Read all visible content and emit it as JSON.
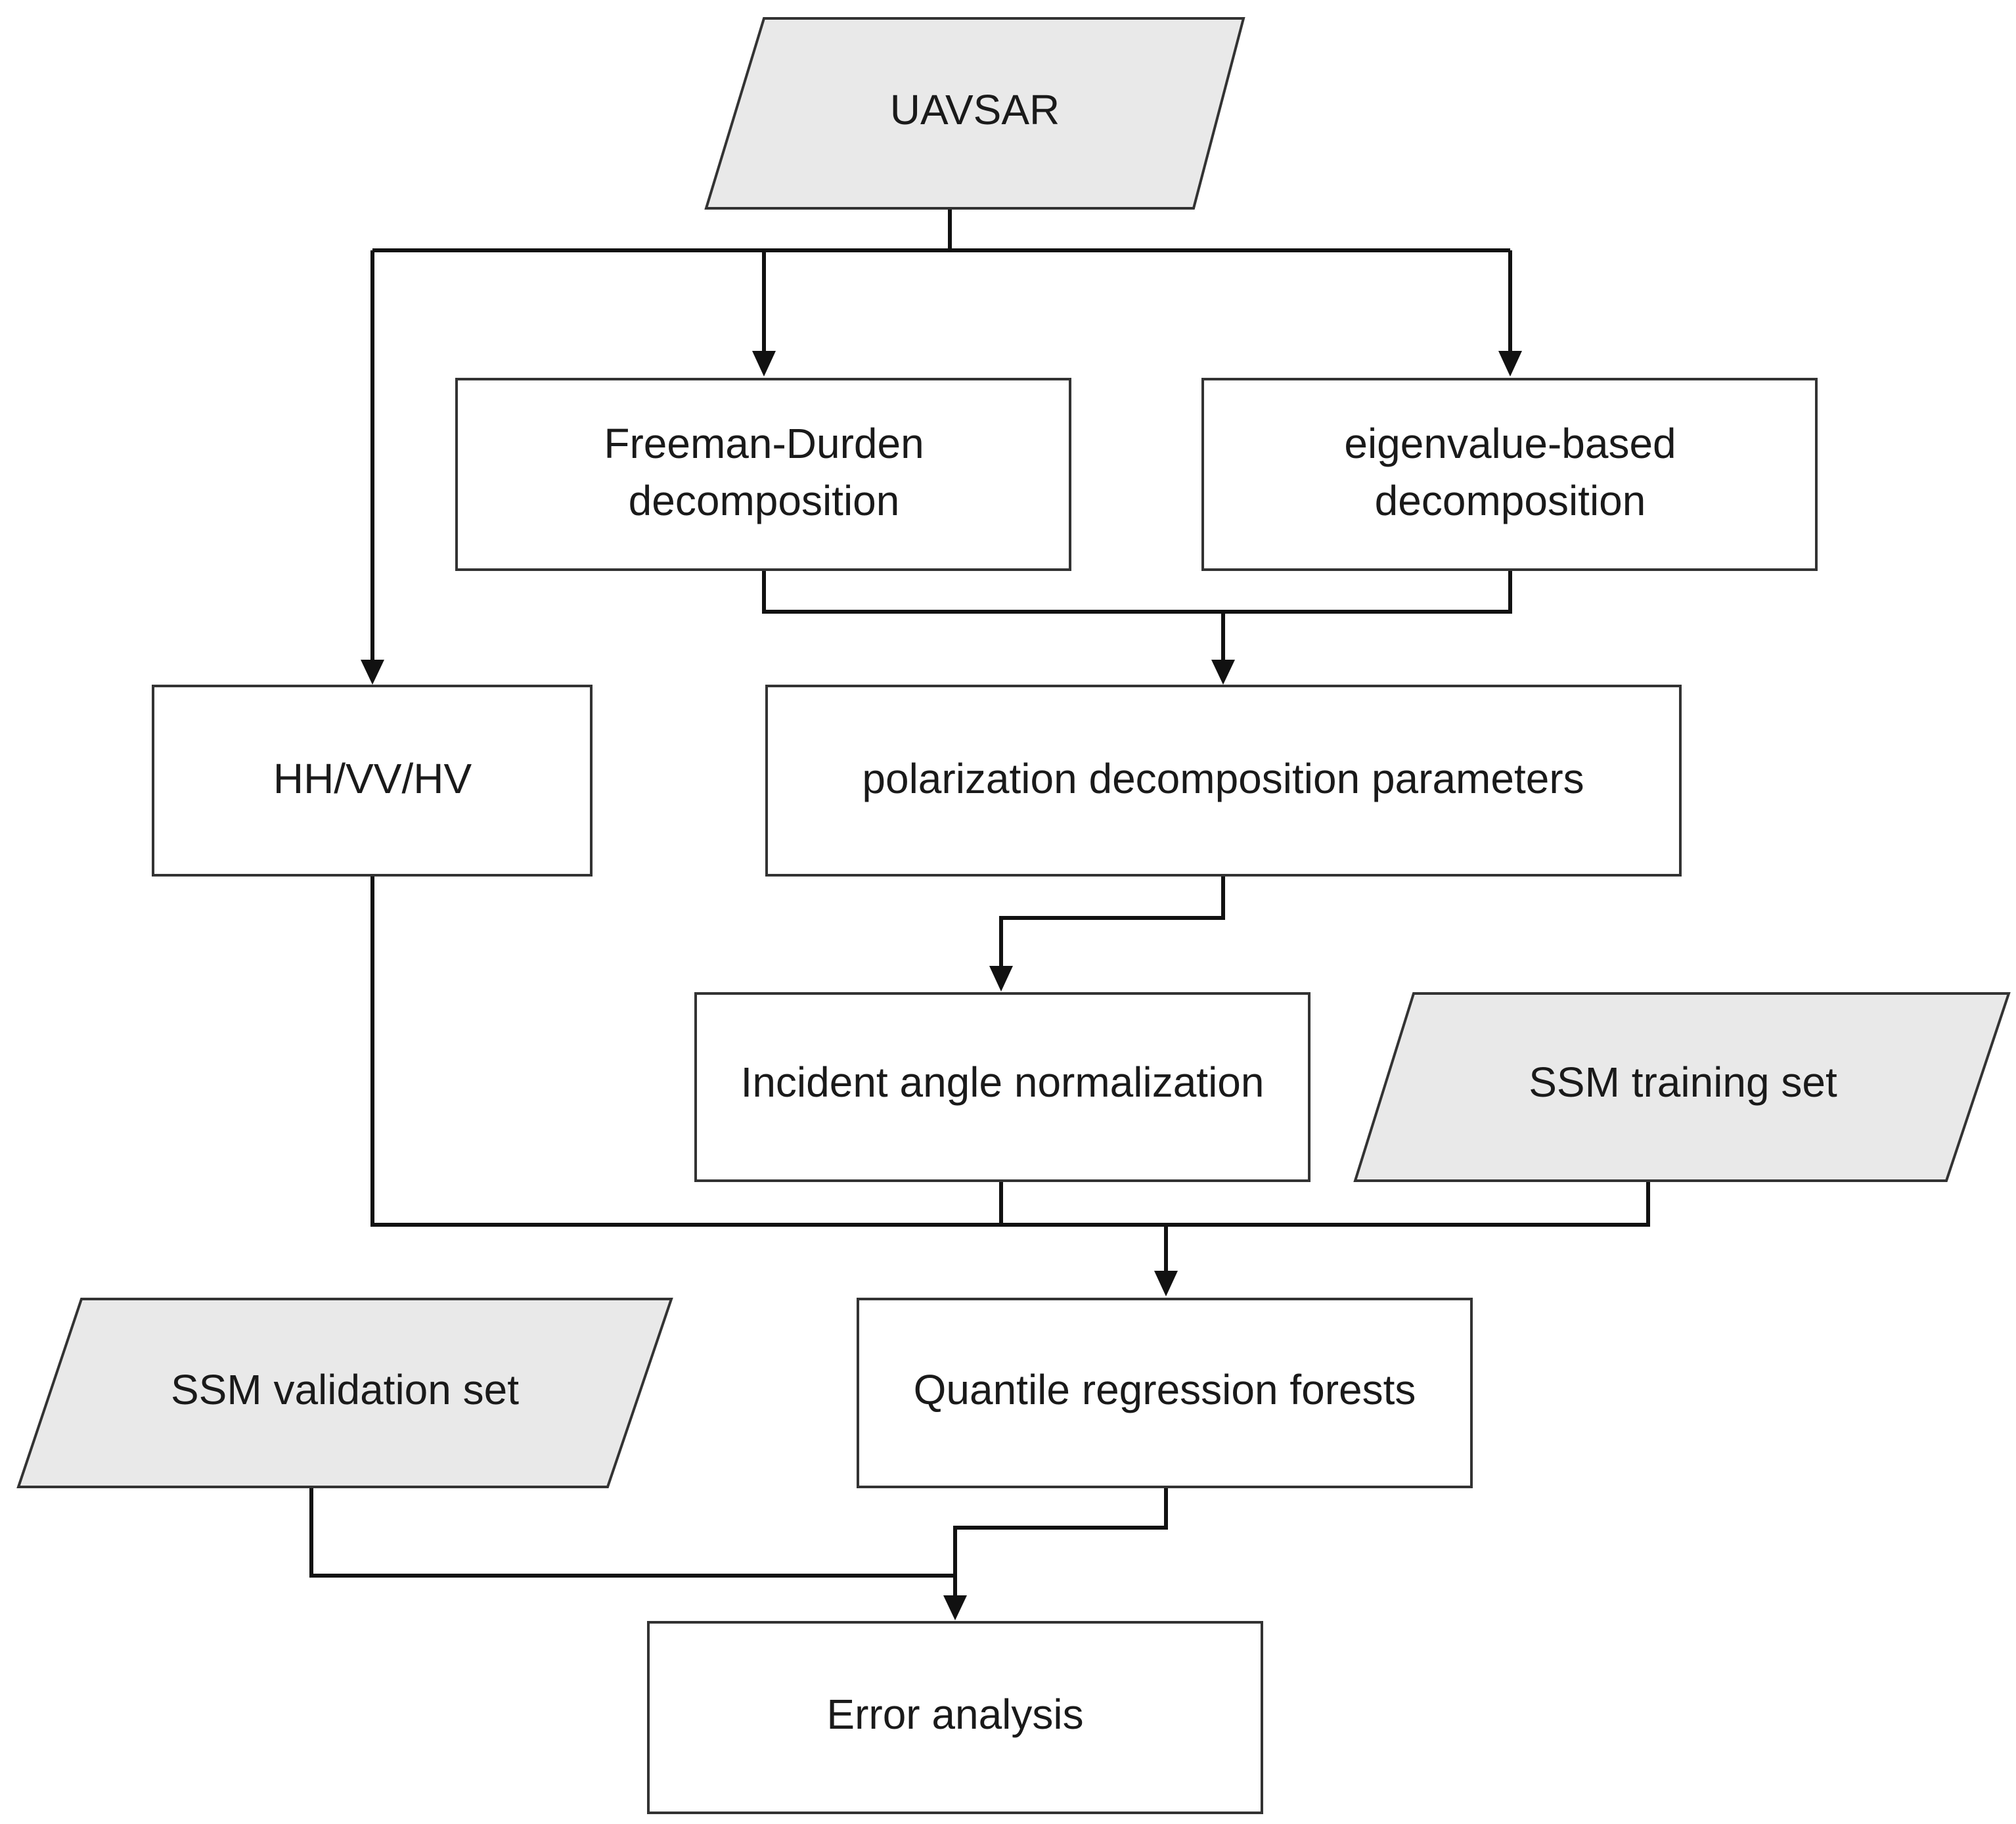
{
  "diagram": {
    "nodes": {
      "uavsar": {
        "label": "UAVSAR",
        "shape": "parallelogram"
      },
      "freeman_durden": {
        "label_line1": "Freeman-Durden",
        "label_line2": "decomposition",
        "shape": "rectangle"
      },
      "eigenvalue_based": {
        "label_line1": "eigenvalue-based",
        "label_line2": "decomposition",
        "shape": "rectangle"
      },
      "hh_vv_hv": {
        "label": "HH/VV/HV",
        "shape": "rectangle"
      },
      "polarization_params": {
        "label": "polarization decomposition parameters",
        "shape": "rectangle"
      },
      "incident_angle": {
        "label": "Incident angle normalization",
        "shape": "rectangle"
      },
      "ssm_training": {
        "label": "SSM training set",
        "shape": "parallelogram"
      },
      "ssm_validation": {
        "label": "SSM validation set",
        "shape": "parallelogram"
      },
      "qrf": {
        "label": "Quantile regression forests",
        "shape": "rectangle"
      },
      "error_analysis": {
        "label": "Error analysis",
        "shape": "rectangle"
      }
    },
    "edges": [
      {
        "from": "uavsar",
        "to": "hh_vv_hv"
      },
      {
        "from": "uavsar",
        "to": "freeman_durden"
      },
      {
        "from": "uavsar",
        "to": "eigenvalue_based"
      },
      {
        "from": "freeman_durden",
        "to": "polarization_params"
      },
      {
        "from": "eigenvalue_based",
        "to": "polarization_params"
      },
      {
        "from": "polarization_params",
        "to": "incident_angle"
      },
      {
        "from": "hh_vv_hv",
        "to": "qrf"
      },
      {
        "from": "incident_angle",
        "to": "qrf"
      },
      {
        "from": "ssm_training",
        "to": "qrf"
      },
      {
        "from": "qrf",
        "to": "error_analysis"
      },
      {
        "from": "ssm_validation",
        "to": "error_analysis"
      }
    ],
    "colors": {
      "parallelogram_fill": "#e9e9e9",
      "rectangle_fill": "#ffffff",
      "stroke": "#333333",
      "connector": "#111111",
      "text": "#1a1a1a"
    }
  }
}
